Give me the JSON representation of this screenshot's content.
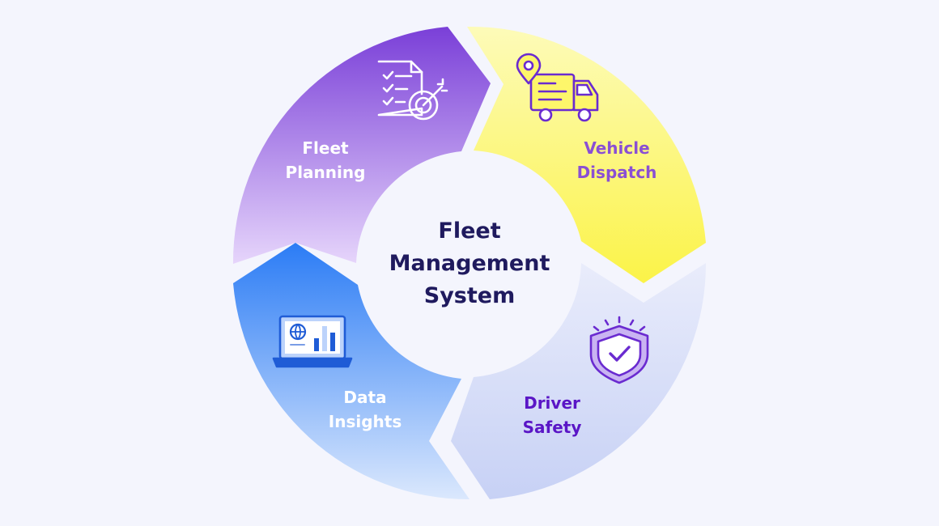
{
  "center": {
    "lines": [
      "Fleet",
      "Management",
      "System"
    ],
    "color": "#1f1a5e"
  },
  "segments": [
    {
      "key": "fleet_planning",
      "lines": [
        "Fleet",
        "Planning"
      ],
      "icon": "checklist-target-icon",
      "text_color": "#ffffff",
      "gradient": [
        "#7a3fd8",
        "#e6d5fb"
      ]
    },
    {
      "key": "vehicle_dispatch",
      "lines": [
        "Vehicle",
        "Dispatch"
      ],
      "icon": "delivery-truck-pin-icon",
      "text_color": "#8a4fd4",
      "gradient": [
        "#fdfbb9",
        "#fbf348"
      ]
    },
    {
      "key": "driver_safety",
      "lines": [
        "Driver",
        "Safety"
      ],
      "icon": "shield-check-icon",
      "text_color": "#5a16c6",
      "gradient": [
        "#e9ecfb",
        "#c7d1f5"
      ]
    },
    {
      "key": "data_insights",
      "lines": [
        "Data",
        "Insights"
      ],
      "icon": "laptop-analytics-icon",
      "text_color": "#ffffff",
      "gradient": [
        "#2b7cf5",
        "#dbe8fd"
      ]
    }
  ],
  "icon_colors": {
    "purple": "#6a2bd0",
    "purple_fill": "#c9b4f2",
    "yellow_fill": "#fdf66a",
    "blue": "#1f5cd6",
    "blue_fill": "#bcd3fb",
    "white": "#ffffff"
  }
}
